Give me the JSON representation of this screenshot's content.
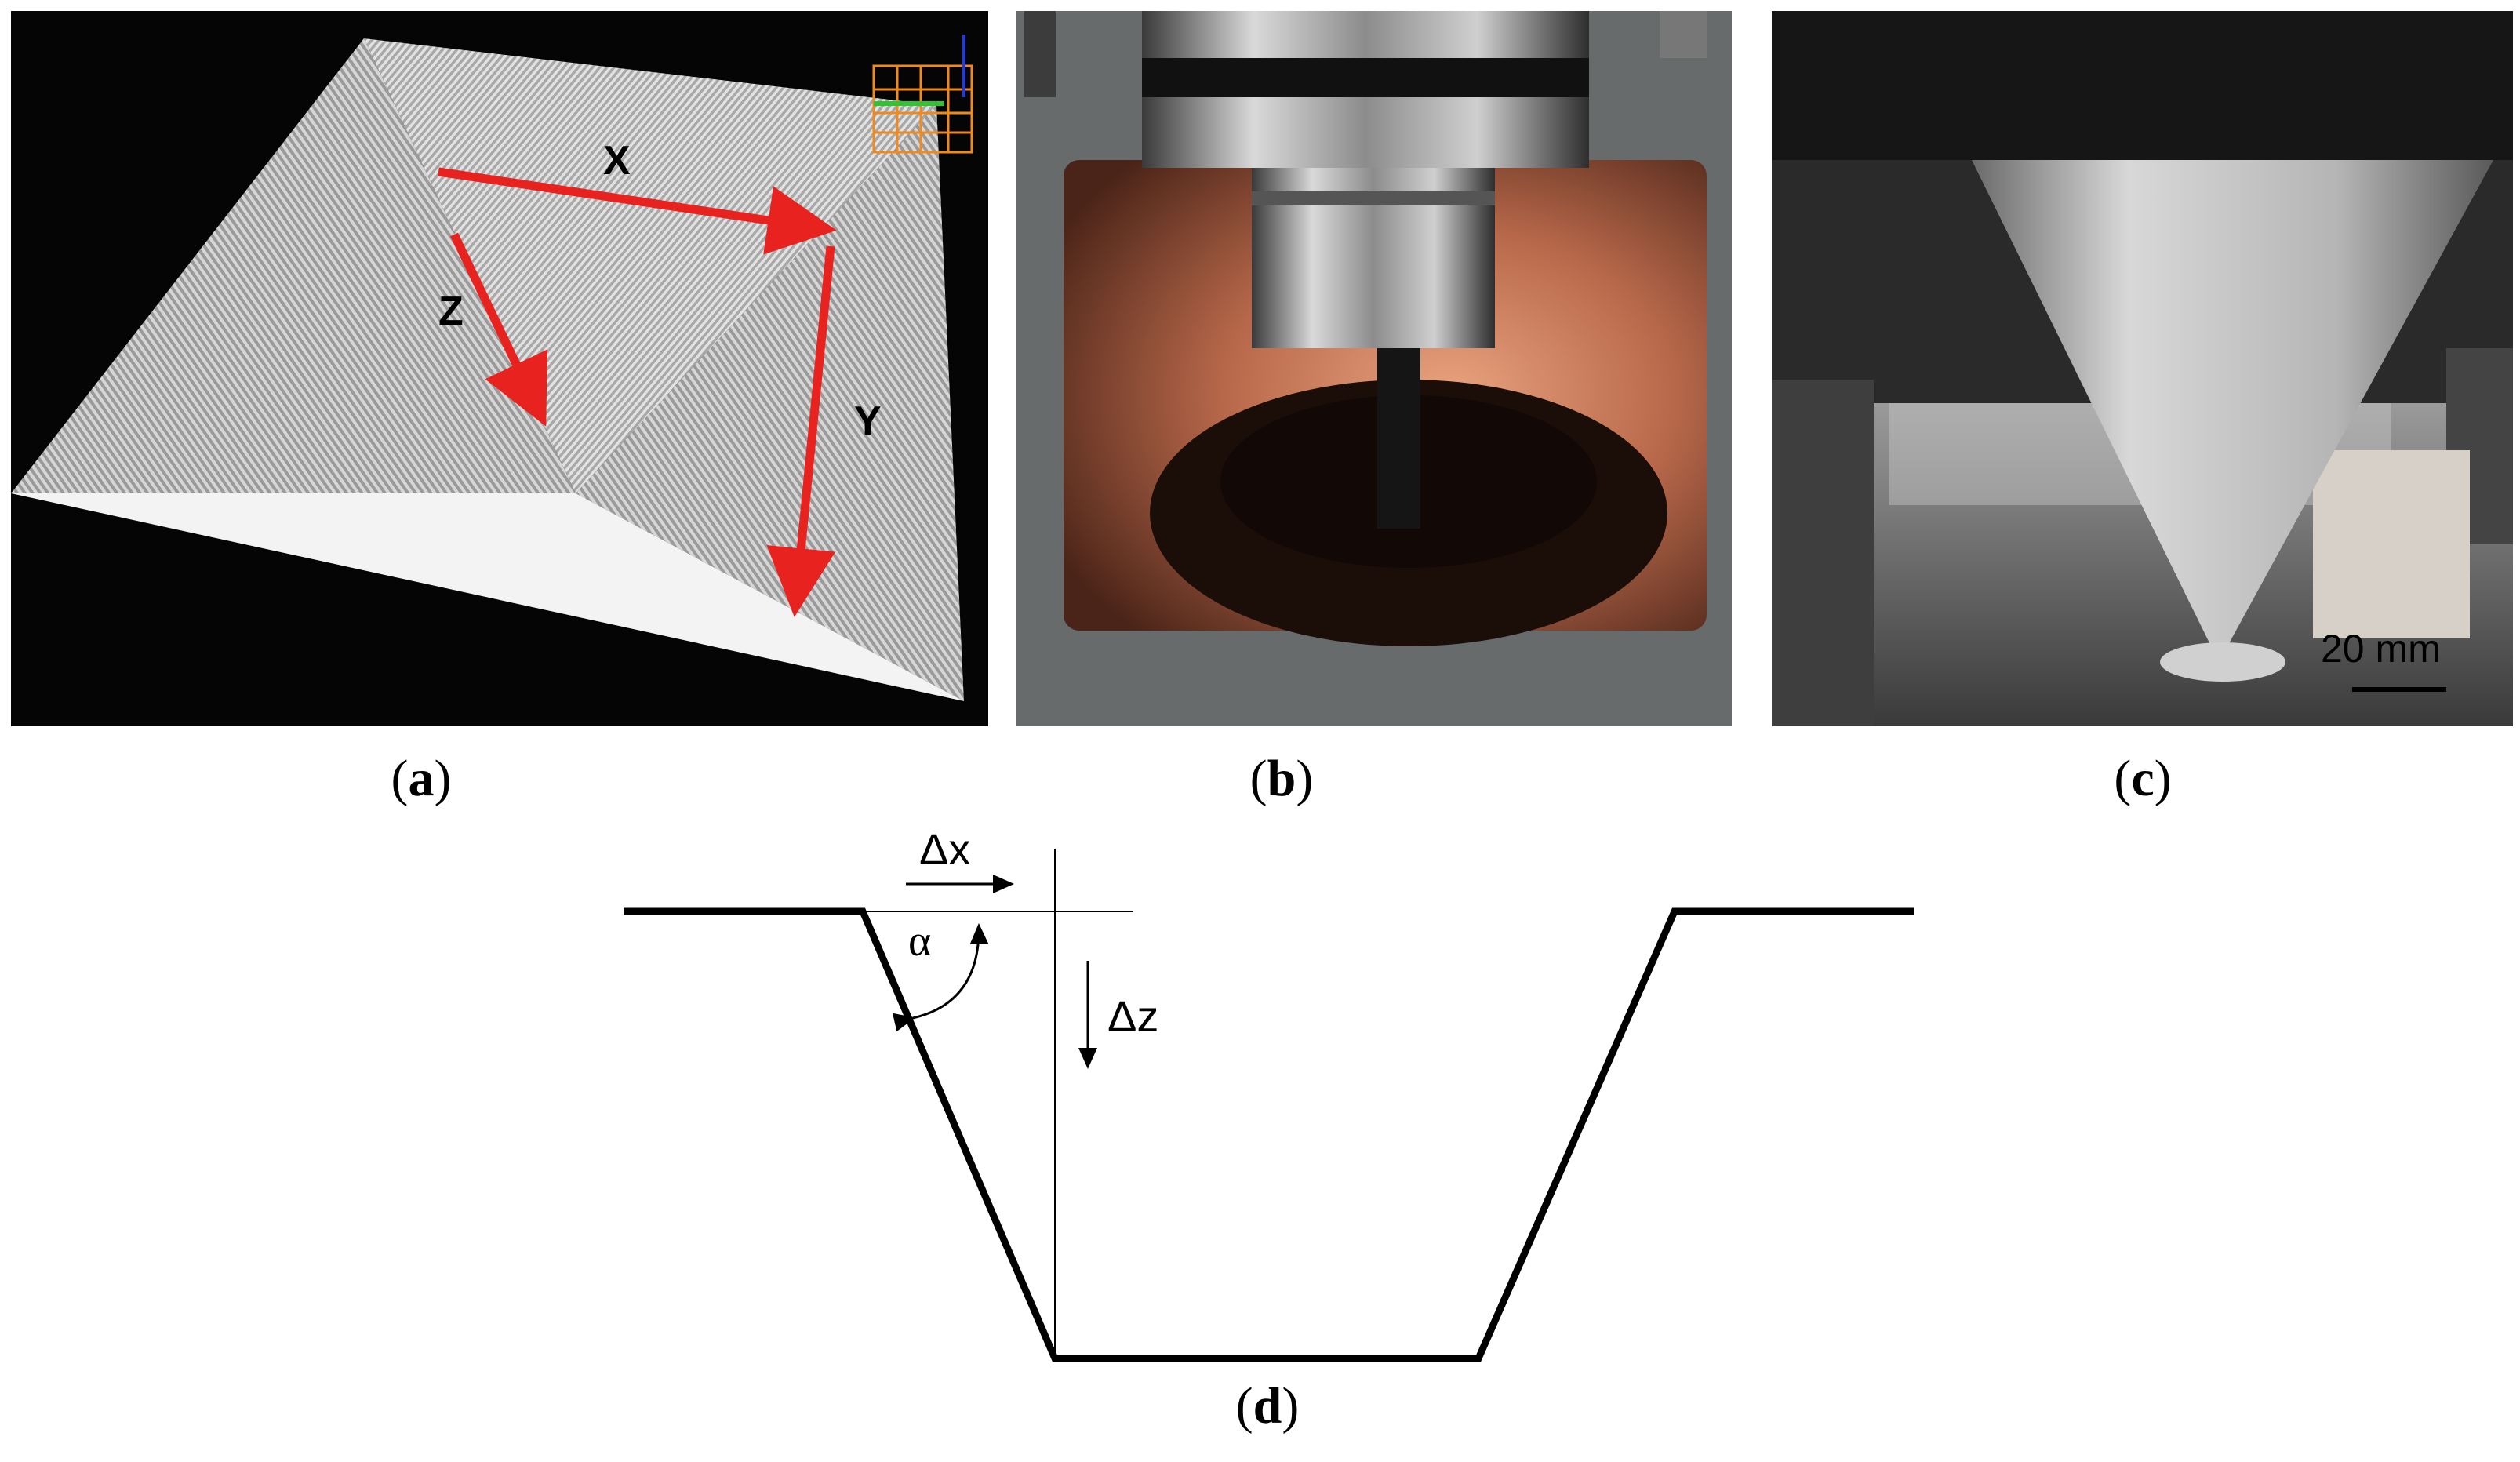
{
  "figure": {
    "panels": [
      {
        "id": "a",
        "caption_open": "(",
        "caption_letter": "a",
        "caption_close": ")",
        "labels": {
          "x": "X",
          "y": "Y",
          "z": "Z"
        }
      },
      {
        "id": "b",
        "caption_open": "(",
        "caption_letter": "b",
        "caption_close": ")"
      },
      {
        "id": "c",
        "caption_open": "(",
        "caption_letter": "c",
        "caption_close": ")",
        "scale_bar": "20 mm"
      },
      {
        "id": "d",
        "caption_open": "(",
        "caption_letter": "d",
        "caption_close": ")",
        "labels": {
          "dx": "Δx",
          "dz": "Δz",
          "alpha": "α"
        }
      }
    ]
  },
  "colors": {
    "arrow": "#e8231f",
    "copper": "#b8684a",
    "background_dark": "#050505"
  }
}
